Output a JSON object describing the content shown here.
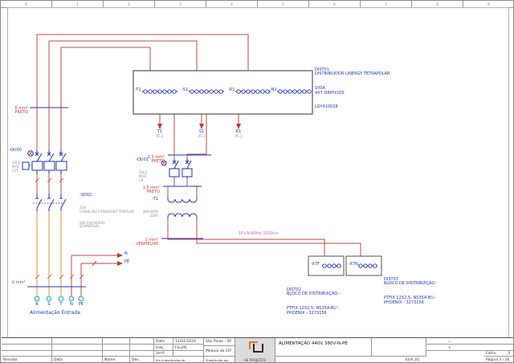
{
  "frame": {
    "cols": [
      "0",
      "1",
      "2",
      "3",
      "4",
      "5",
      "6",
      "7",
      "8",
      "9"
    ]
  },
  "notes": {
    "dist01": {
      "l0": "DIST01",
      "l1": "DISTRIBUIDOR LINERGY TETRAPOLAR",
      "l2": "100A",
      "l3": "4X7 ORIFICIOS",
      "l4": "LGY410028"
    },
    "dist02": {
      "l0": "DIST02",
      "l1": "BLOCO DE DISTRIBUIÇÃO -",
      "l2": "PTFIX 12X2,5- NS35A-BU -",
      "l3": "PHOENIX - 3273156"
    },
    "dist03": {
      "l0": "DIST03",
      "l1": "BLOCO DE DISTRIBUIÇÃO -",
      "l2": "PTFIX 12X2,5- NS35A-BU -",
      "l3": "PHOENIX - 3273156"
    },
    "feeder": "1F+N-60Hz-220Vca"
  },
  "buses": {
    "g1": "-T1",
    "g2": "-S1",
    "g3": "-R1",
    "g4": "-N1"
  },
  "arrows": {
    "t1": "T1",
    "t1_ref": "05.2",
    "s1": "S1",
    "s1_ref": "05.1",
    "r1": "R1",
    "r1_ref": "05.1",
    "n": "N",
    "pe": "PE"
  },
  "components": {
    "qu00": {
      "tag": "-QU00",
      "l1": "5SL2",
      "l2": "MCB",
      "l3": "C25"
    },
    "sd02": {
      "tag": "-SD02",
      "l1": "25A",
      "l2": "CHAVE SECCIONADORA TRIPOLAR",
      "l3": "600 25A NU001",
      "l4": "SCHMERSAL"
    },
    "qu01": {
      "tag": "-QU01",
      "l1": "5SL2",
      "l2": "MCB",
      "l3": "C6"
    },
    "t1": {
      "tag": "-T1",
      "l1": "380/440V",
      "l2": "220V"
    },
    "x7f": "-X7F",
    "x7n": "-X7N"
  },
  "cables": {
    "c1a": "6 mm²",
    "c1b": "PRETO",
    "c2a": "2,5 mm²",
    "c2b": "PRETO",
    "c3a": "1,5 mm²",
    "c3b": "PRETO",
    "c4a": "1 mm²",
    "c4b": "VERMELHO",
    "c5": "6 mm²"
  },
  "entry": {
    "r": "R",
    "s": "S",
    "t": "T",
    "n": "N",
    "pe": "PE",
    "caption": "Alimentação Entrada"
  },
  "titleblock": {
    "rev": {
      "c1": "Revisão",
      "c2": "Data",
      "c3": "Nome",
      "c4": "Des."
    },
    "info": {
      "date_label": "Data",
      "date": "11/01/2024",
      "des_label": "Ediç.",
      "des": "FELIPE",
      "chk_label": "Verif.",
      "city": "São Paulo - SP",
      "module": "Módulo de CIP",
      "repl_from": "Em substituição de",
      "repl_by": "Substituído por"
    },
    "company": "HE PROJETOS",
    "title": "ALIMENTAÇÃO 440V 380V-N-PE",
    "doc": "EGA_01",
    "eq": "=",
    "plus": "+",
    "sheet_label": "Folha",
    "sheet": "3",
    "page": "Página 3 / 26"
  },
  "colors": {
    "wire": "#c64a4a",
    "phase_lower": "#e2963c",
    "component": "#2233bb",
    "terminal": "#29b8b8",
    "note": "#c85fc8"
  }
}
